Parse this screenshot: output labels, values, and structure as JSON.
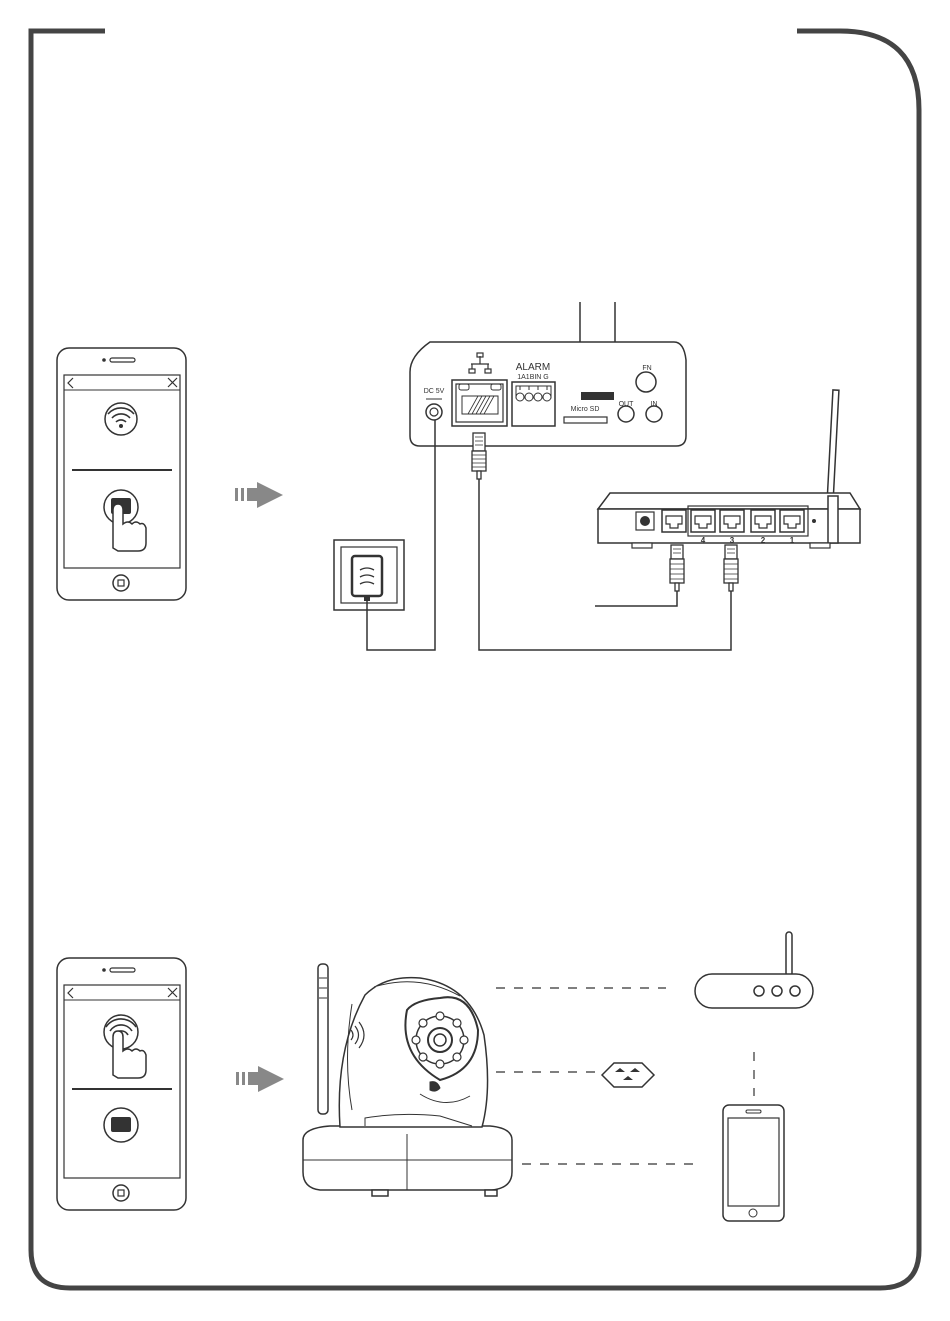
{
  "camera_back_panel": {
    "dc_label": "DC 5V",
    "alarm_label": "ALARM",
    "alarm_pins": "1A1BIN G",
    "microsd_label": "Micro SD",
    "fn_label": "FN",
    "out_label": "OUT",
    "in_label": "IN"
  },
  "router": {
    "port_labels": [
      "4",
      "3",
      "2",
      "1"
    ]
  },
  "colors": {
    "line": "#333333",
    "arrow": "#888888",
    "frame": "#444444"
  }
}
